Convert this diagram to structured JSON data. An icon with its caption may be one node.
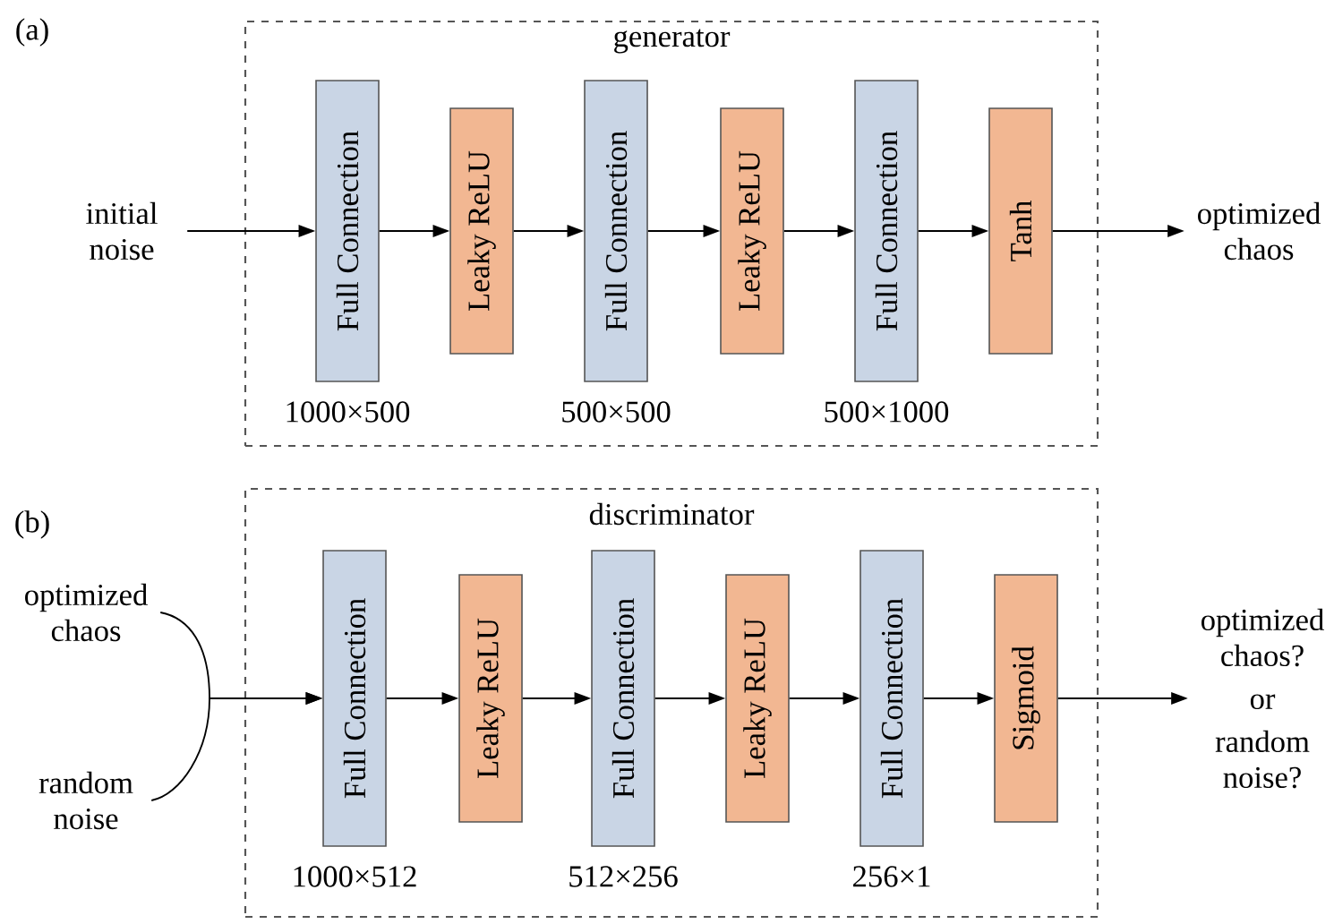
{
  "diagram": {
    "nodes": [
      {
        "text": [
          "generator"
        ]
      },
      {
        "text": [
          "Full Connection"
        ],
        "in": 0,
        "beside": [
          "1000×500"
        ]
      },
      {
        "text": [
          "Leaky ReLU"
        ],
        "in": 0
      },
      {
        "text": [
          "Full Connection"
        ],
        "in": 0,
        "beside": [
          "500×500"
        ]
      },
      {
        "text": [
          "Leaky ReLU"
        ],
        "in": 0
      },
      {
        "text": [
          "Full Connection"
        ],
        "in": 0,
        "beside": [
          "500×1000"
        ]
      },
      {
        "text": [
          "Tanh"
        ],
        "in": 0
      },
      {
        "text": [
          "initial noise"
        ]
      },
      {
        "text": [
          "optimized chaos"
        ]
      },
      {
        "text": [
          "discriminator"
        ]
      },
      {
        "text": [
          "Full Connection"
        ],
        "in": 9,
        "beside": [
          "1000×512"
        ]
      },
      {
        "text": [
          "Leaky ReLU"
        ],
        "in": 9
      },
      {
        "text": [
          "Full Connection"
        ],
        "in": 9,
        "beside": [
          "512×256"
        ]
      },
      {
        "text": [
          "Leaky ReLU"
        ],
        "in": 9
      },
      {
        "text": [
          "Full Connection"
        ],
        "in": 9,
        "beside": [
          "256×1"
        ]
      },
      {
        "text": [
          "Sigmoid"
        ],
        "in": 9
      },
      {
        "text": [
          "optimized chaos"
        ]
      },
      {
        "text": [
          "random noise"
        ]
      },
      {
        "text": [
          "optimized chaos?",
          "or",
          "random noise?"
        ]
      }
    ],
    "edges": [
      {
        "from": 7,
        "to": 1,
        "arrow": "to"
      },
      {
        "from": 1,
        "to": 2,
        "arrow": "to"
      },
      {
        "from": 2,
        "to": 3,
        "arrow": "to"
      },
      {
        "from": 3,
        "to": 4,
        "arrow": "to"
      },
      {
        "from": 4,
        "to": 5,
        "arrow": "to"
      },
      {
        "from": 5,
        "to": 6,
        "arrow": "to"
      },
      {
        "from": 6,
        "to": 8,
        "arrow": "to"
      },
      {
        "from": 16,
        "to": 10,
        "arrow": "to"
      },
      {
        "from": 17,
        "to": 10,
        "arrow": "to"
      },
      {
        "from": 10,
        "to": 11,
        "arrow": "to"
      },
      {
        "from": 11,
        "to": 12,
        "arrow": "to"
      },
      {
        "from": 12,
        "to": 13,
        "arrow": "to"
      },
      {
        "from": 13,
        "to": 14,
        "arrow": "to"
      },
      {
        "from": 14,
        "to": 15,
        "arrow": "to"
      },
      {
        "from": 15,
        "to": 18,
        "arrow": "to"
      }
    ],
    "labels": [
      "(a)",
      "(b)"
    ]
  }
}
